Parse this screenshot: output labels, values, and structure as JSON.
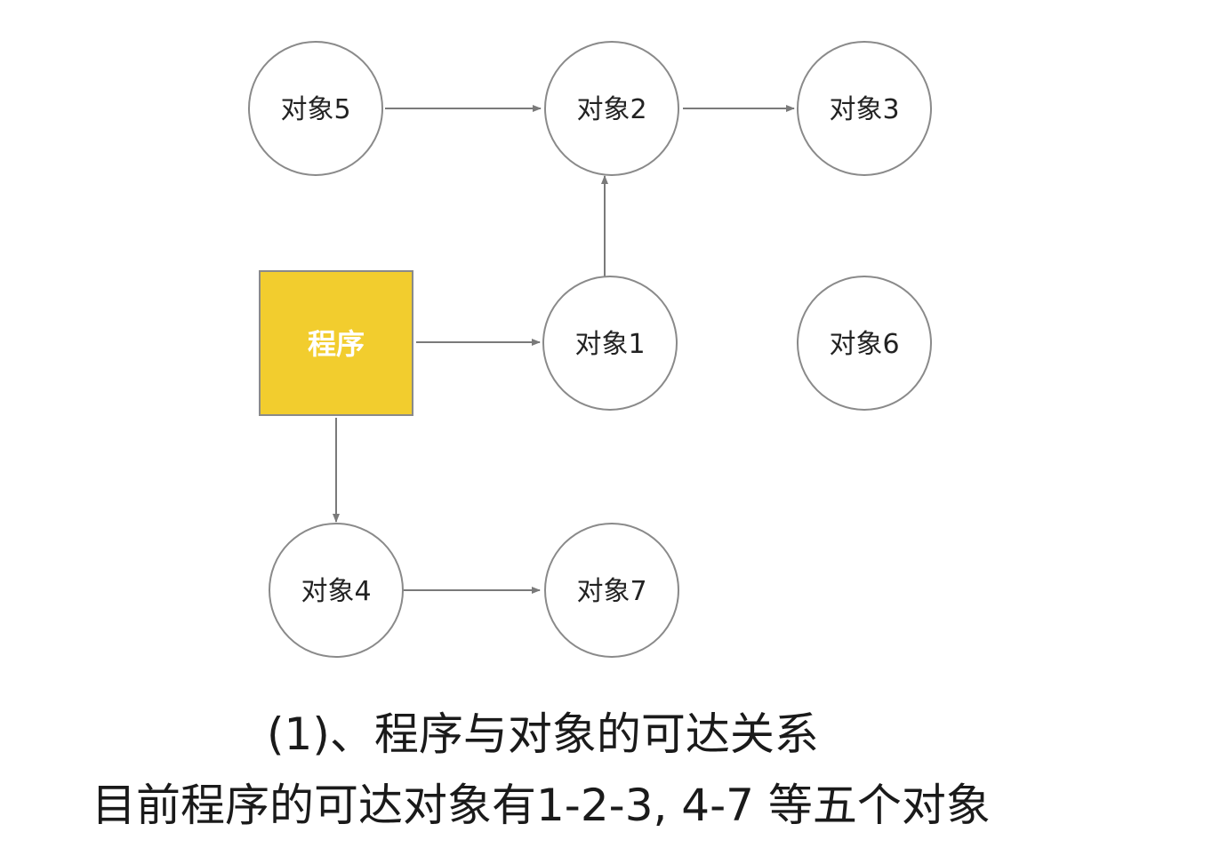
{
  "program": {
    "label": "程序",
    "fill_color": "#F2CD2E",
    "border_color": "#8A8A8A"
  },
  "nodes": [
    {
      "id": "obj5",
      "label": "对象5"
    },
    {
      "id": "obj2",
      "label": "对象2"
    },
    {
      "id": "obj3",
      "label": "对象3"
    },
    {
      "id": "obj1",
      "label": "对象1"
    },
    {
      "id": "obj6",
      "label": "对象6"
    },
    {
      "id": "obj4",
      "label": "对象4"
    },
    {
      "id": "obj7",
      "label": "对象7"
    }
  ],
  "edges": [
    {
      "from": "obj5",
      "to": "obj2"
    },
    {
      "from": "obj2",
      "to": "obj3"
    },
    {
      "from": "obj1",
      "to": "obj2"
    },
    {
      "from": "program",
      "to": "obj1"
    },
    {
      "from": "program",
      "to": "obj4"
    },
    {
      "from": "obj4",
      "to": "obj7"
    }
  ],
  "colors": {
    "node_stroke": "#8A8A8A",
    "edge_stroke": "#7A7A7A"
  },
  "captions": {
    "line1": "(1)、程序与对象的可达关系",
    "line2": "目前程序的可达对象有1-2-3, 4-7 等五个对象"
  }
}
